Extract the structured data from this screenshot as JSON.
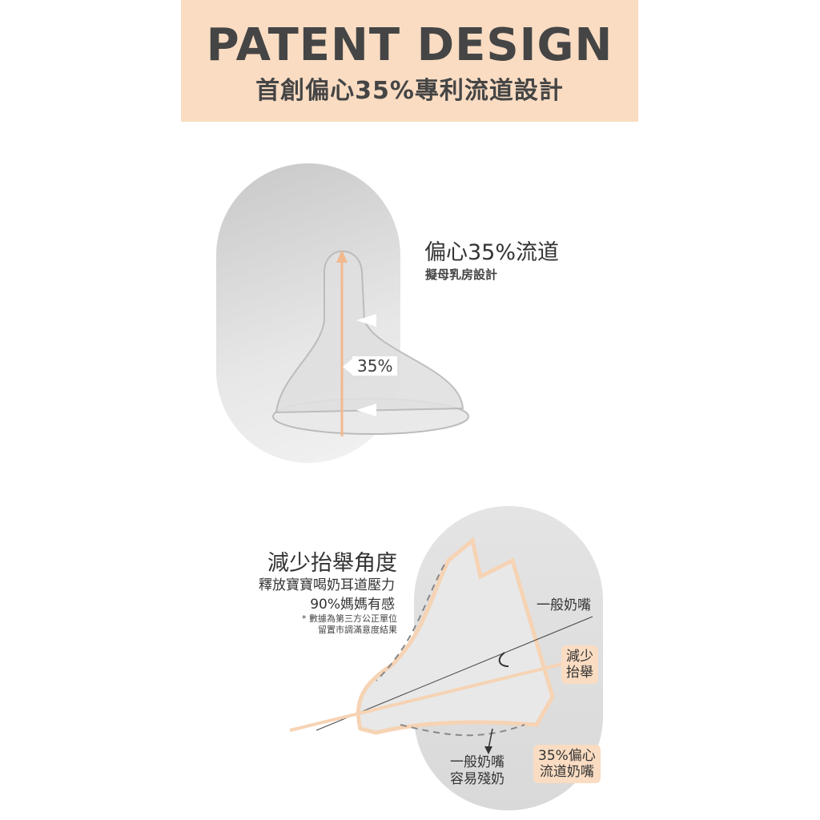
{
  "header": {
    "title": "PATENT DESIGN",
    "subtitle": "首創偏心35%專利流道設計"
  },
  "feature1": {
    "heading": "偏心35%流道",
    "subheading": "擬母乳房設計",
    "badge": "35%"
  },
  "feature2": {
    "heading": "減少抬舉角度",
    "line1": "釋放寶寶喝奶耳道壓力",
    "line2": "90%媽媽有感",
    "note1": "* 數據為第三方公正單位",
    "note2": "留置市調滿意度結果"
  },
  "diagram": {
    "label_normal": "一般奶嘴",
    "tag_reduce_1": "減少",
    "tag_reduce_2": "抬舉",
    "label_residue_1": "一般奶嘴",
    "label_residue_2": "容易殘奶",
    "tag_offset_1": "35%偏心",
    "tag_offset_2": "流道奶嘴"
  },
  "colors": {
    "accent": "#f9dcc2",
    "text": "#3d3d3d"
  }
}
